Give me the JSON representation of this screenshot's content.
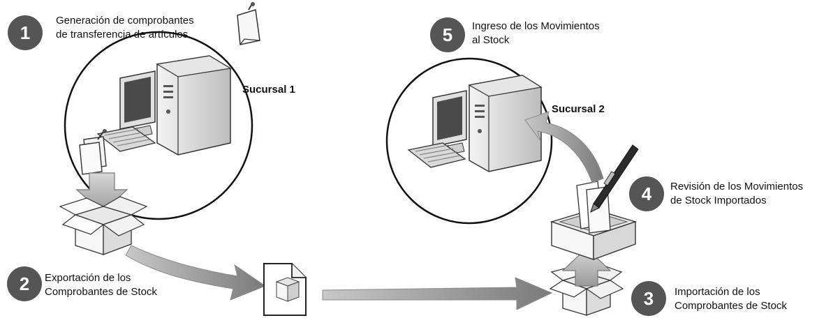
{
  "steps": [
    {
      "number": "1",
      "line1": "Generación de comprobantes",
      "line2": "de transferencia de artículos"
    },
    {
      "number": "2",
      "line1": "Exportación de los",
      "line2": "Comprobantes de Stock"
    },
    {
      "number": "3",
      "line1": "Importación de los",
      "line2": "Comprobantes de Stock"
    },
    {
      "number": "4",
      "line1": "Revisión de los Movimientos",
      "line2": "de Stock Importados"
    },
    {
      "number": "5",
      "line1": "Ingreso de los Movimientos",
      "line2": "al Stock"
    }
  ],
  "sites": {
    "branch1": "Sucursal 1",
    "branch2": "Sucursal 2"
  },
  "colors": {
    "badge": "#555555",
    "arrow": "#8a8a8a",
    "circle_stroke": "#111111"
  }
}
